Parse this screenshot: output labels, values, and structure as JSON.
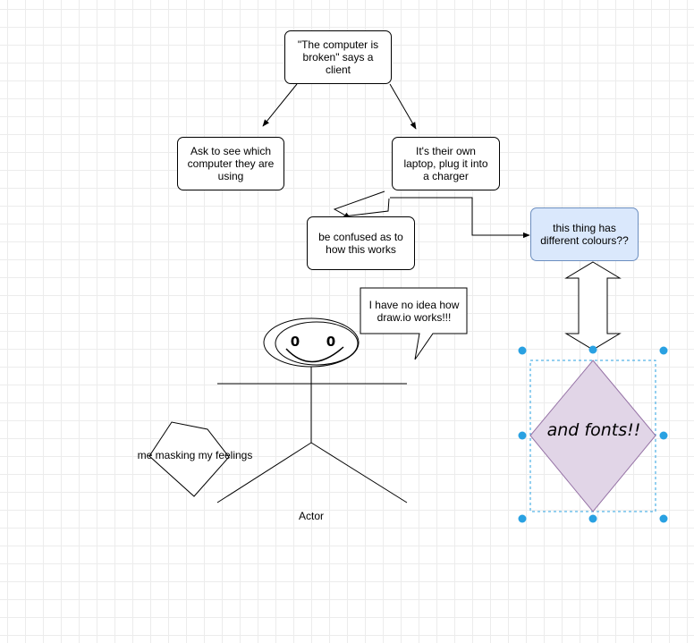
{
  "nodes": {
    "client": "\"The computer is broken\" says a client",
    "ask": "Ask to see which computer they are using",
    "laptop": "It's their own laptop, plug it into a charger",
    "confused": "be confused as to how this works",
    "colours": "this thing has different colours??",
    "speech": "I have no idea how draw.io works!!!",
    "feelings": "me masking my feelings",
    "actor": "Actor",
    "fonts": "and fonts!!"
  },
  "colors": {
    "blue_fill": "#dae8fc",
    "blue_stroke": "#6c8ebf",
    "purple_fill": "#e1d5e7",
    "purple_stroke": "#9673a6",
    "selection": "#29a1e2"
  }
}
